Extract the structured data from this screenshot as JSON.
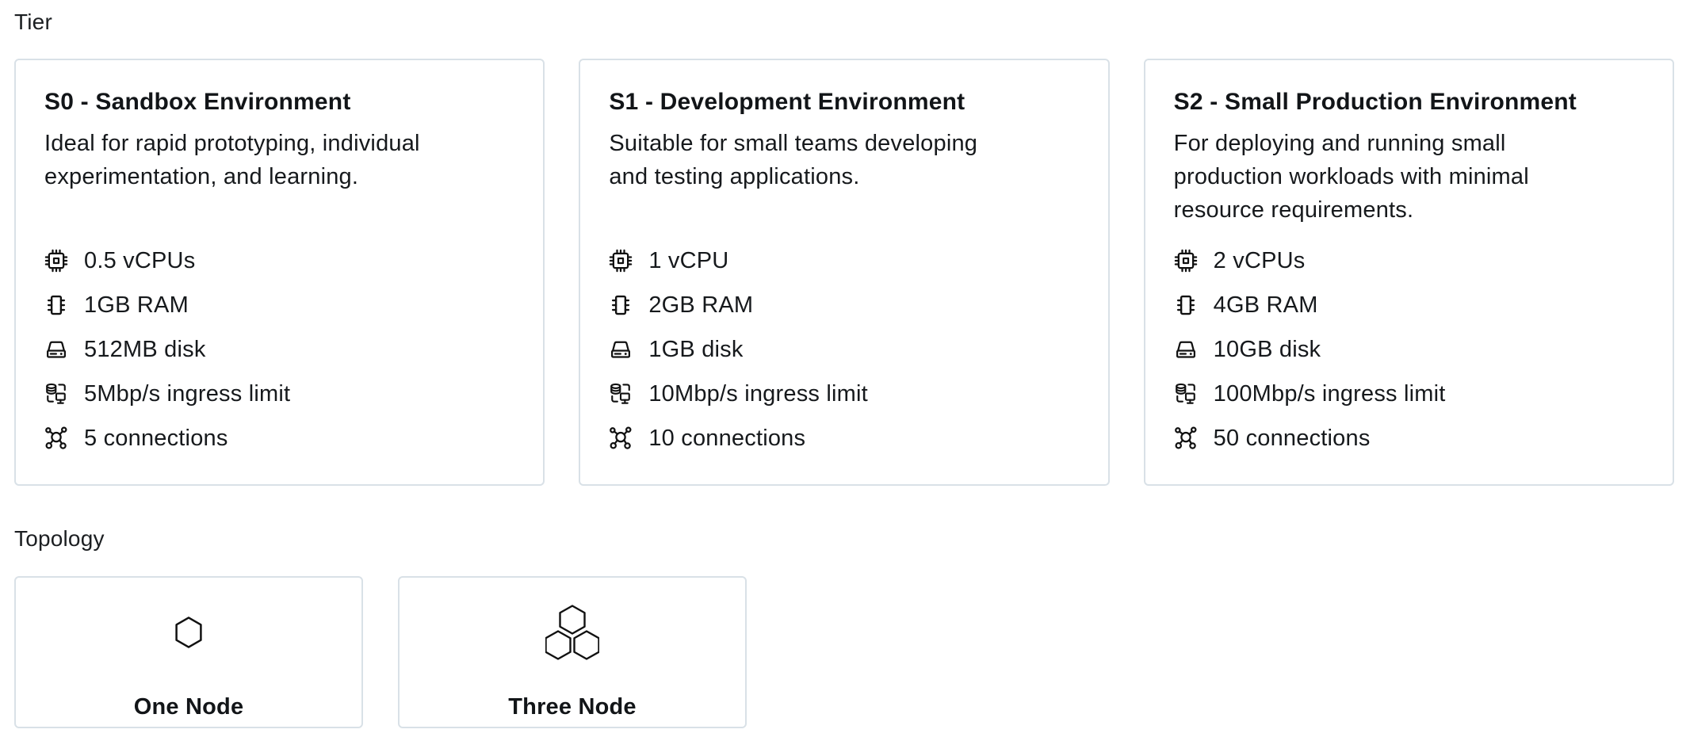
{
  "tier_section": {
    "label": "Tier",
    "cards": [
      {
        "id": "S0",
        "title": "S0 - Sandbox Environment",
        "description": "Ideal for rapid prototyping, individual\nexperimentation, and learning.",
        "specs": [
          {
            "icon": "cpu-icon",
            "text": "0.5 vCPUs"
          },
          {
            "icon": "ram-icon",
            "text": "1GB RAM"
          },
          {
            "icon": "disk-icon",
            "text": "512MB disk"
          },
          {
            "icon": "ingress-icon",
            "text": "5Mbp/s ingress limit"
          },
          {
            "icon": "connections-icon",
            "text": "5 connections"
          }
        ]
      },
      {
        "id": "S1",
        "title": "S1 - Development Environment",
        "description": "Suitable for small teams developing\nand testing applications.",
        "specs": [
          {
            "icon": "cpu-icon",
            "text": "1 vCPU"
          },
          {
            "icon": "ram-icon",
            "text": "2GB RAM"
          },
          {
            "icon": "disk-icon",
            "text": "1GB disk"
          },
          {
            "icon": "ingress-icon",
            "text": "10Mbp/s ingress limit"
          },
          {
            "icon": "connections-icon",
            "text": "10 connections"
          }
        ]
      },
      {
        "id": "S2",
        "title": "S2 - Small Production Environment",
        "description": "For deploying and running small\nproduction workloads with minimal\nresource requirements.",
        "specs": [
          {
            "icon": "cpu-icon",
            "text": "2 vCPUs"
          },
          {
            "icon": "ram-icon",
            "text": "4GB RAM"
          },
          {
            "icon": "disk-icon",
            "text": "10GB disk"
          },
          {
            "icon": "ingress-icon",
            "text": "100Mbp/s ingress limit"
          },
          {
            "icon": "connections-icon",
            "text": "50 connections"
          }
        ]
      }
    ]
  },
  "topology_section": {
    "label": "Topology",
    "options": [
      {
        "label": "One Node",
        "icon": "one-node-icon"
      },
      {
        "label": "Three Node",
        "icon": "three-node-icon"
      }
    ]
  },
  "colors": {
    "card_border": "#d9e1e7",
    "text": "#16191c",
    "background": "#ffffff",
    "icon_stroke": "#111111"
  }
}
